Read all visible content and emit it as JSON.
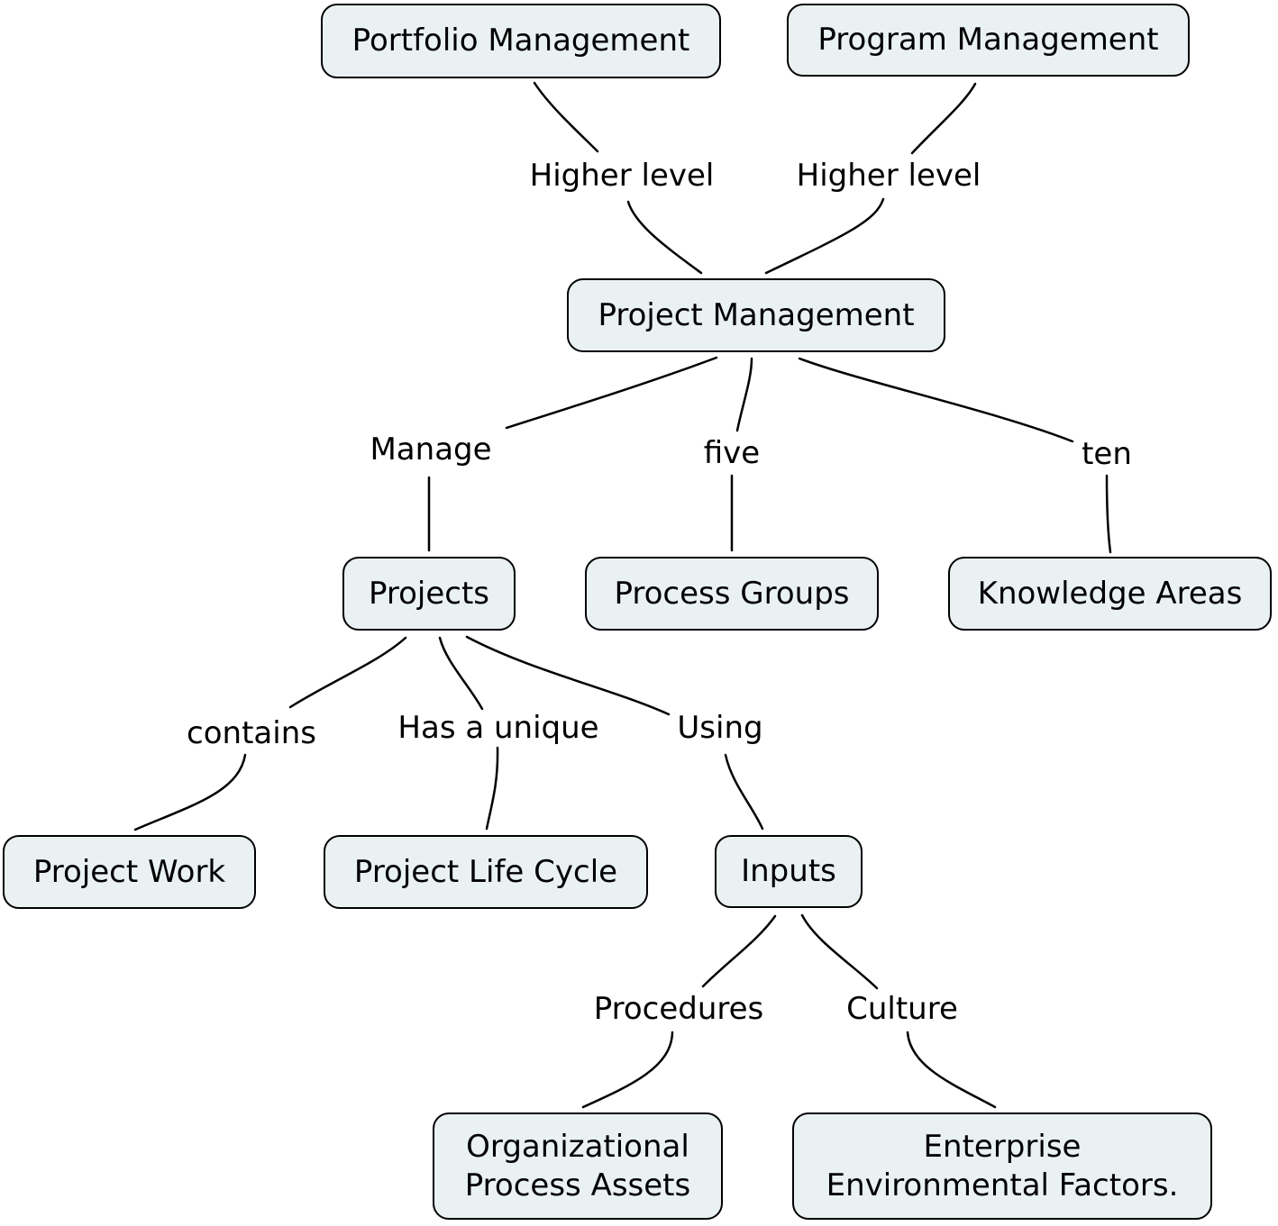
{
  "concepts": {
    "portfolio_management": "Portfolio Management",
    "program_management": "Program Management",
    "project_management": "Project Management",
    "projects": "Projects",
    "process_groups": "Process Groups",
    "knowledge_areas": "Knowledge Areas",
    "project_work": "Project Work",
    "project_life_cycle": "Project Life Cycle",
    "inputs": "Inputs",
    "organizational_process_assets": [
      "Organizational",
      "Process Assets"
    ],
    "enterprise_environmental_factors": [
      "Enterprise",
      "Environmental Factors."
    ]
  },
  "link_labels": {
    "portfolio_to_pm": "Higher level",
    "program_to_pm": "Higher level",
    "pm_to_projects": "Manage",
    "pm_to_process_groups": "five",
    "pm_to_knowledge_areas": "ten",
    "projects_to_work": "contains",
    "projects_to_life_cycle": "Has a unique",
    "projects_to_inputs": "Using",
    "inputs_to_opa": "Procedures",
    "inputs_to_eef": "Culture"
  },
  "colors": {
    "node_fill": "#eaf1f3",
    "node_border": "#000000",
    "line": "#000000"
  }
}
